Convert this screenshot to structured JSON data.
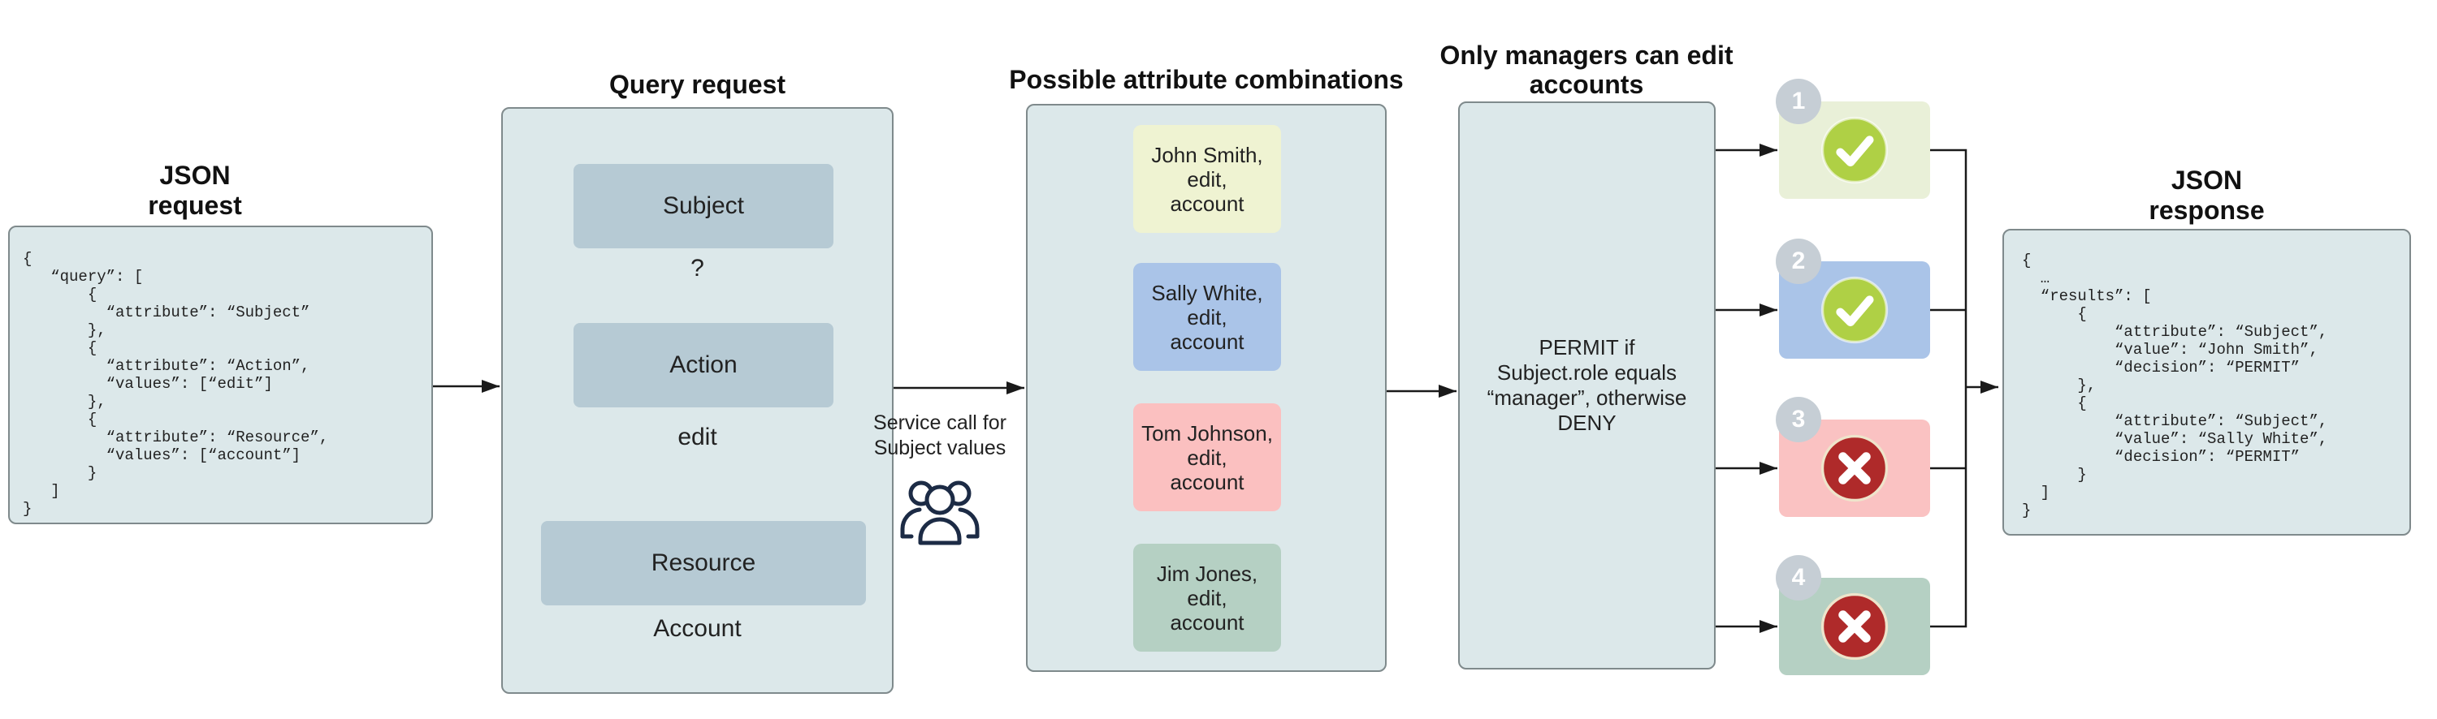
{
  "request": {
    "title": "JSON\nrequest",
    "code": "{\n   “query”: [\n       {\n         “attribute”: “Subject”\n       },\n       {\n         “attribute”: “Action”,\n         “values”: [“edit”]\n       },\n       {\n         “attribute”: “Resource”,\n         “values”: [“account”]\n       }\n   ]\n}"
  },
  "query": {
    "title": "Query request",
    "fields": [
      {
        "label": "Subject",
        "value": "?"
      },
      {
        "label": "Action",
        "value": "edit"
      },
      {
        "label": "Resource",
        "value": "Account"
      }
    ]
  },
  "service_call": {
    "label": "Service call for\nSubject values",
    "icon": "people-group-icon"
  },
  "combinations": {
    "title": "Possible attribute combinations",
    "items": [
      {
        "text": "John Smith,\nedit,\naccount",
        "color": "#eff3d2"
      },
      {
        "text": "Sally White,\nedit,\naccount",
        "color": "#aac4e8"
      },
      {
        "text": "Tom Johnson,\nedit,\naccount",
        "color": "#fbc0c0"
      },
      {
        "text": "Jim Jones,\nedit,\naccount",
        "color": "#b5d0c3"
      }
    ]
  },
  "policy": {
    "title": "Only managers can edit\naccounts",
    "text": "PERMIT if\nSubject.role equals\n“manager”, otherwise\nDENY"
  },
  "results": [
    {
      "number": "1",
      "decision": "PERMIT",
      "color": "#e9f0d8"
    },
    {
      "number": "2",
      "decision": "PERMIT",
      "color": "#aac4e8"
    },
    {
      "number": "3",
      "decision": "DENY",
      "color": "#fac2c2"
    },
    {
      "number": "4",
      "decision": "DENY",
      "color": "#b5d0c3"
    }
  ],
  "response": {
    "title": "JSON\nresponse",
    "code": "{\n  …\n  “results”: [\n      {\n          “attribute”: “Subject”,\n          “value”: “John Smith”,\n          “decision”: “PERMIT”\n      },\n      {\n          “attribute”: “Subject”,\n          “value”: “Sally White”,\n          “decision”: “PERMIT”\n      }\n  ]\n}"
  },
  "colors": {
    "panel_fill": "#dce8ea",
    "panel_border": "#7f8a8c",
    "field_fill": "#b6cad4",
    "permit_circle": "#afd045",
    "deny_circle": "#af2a2a",
    "badge": "#c6ced5",
    "line": "#1a1a1a",
    "icon_stroke": "#1c2b45"
  }
}
